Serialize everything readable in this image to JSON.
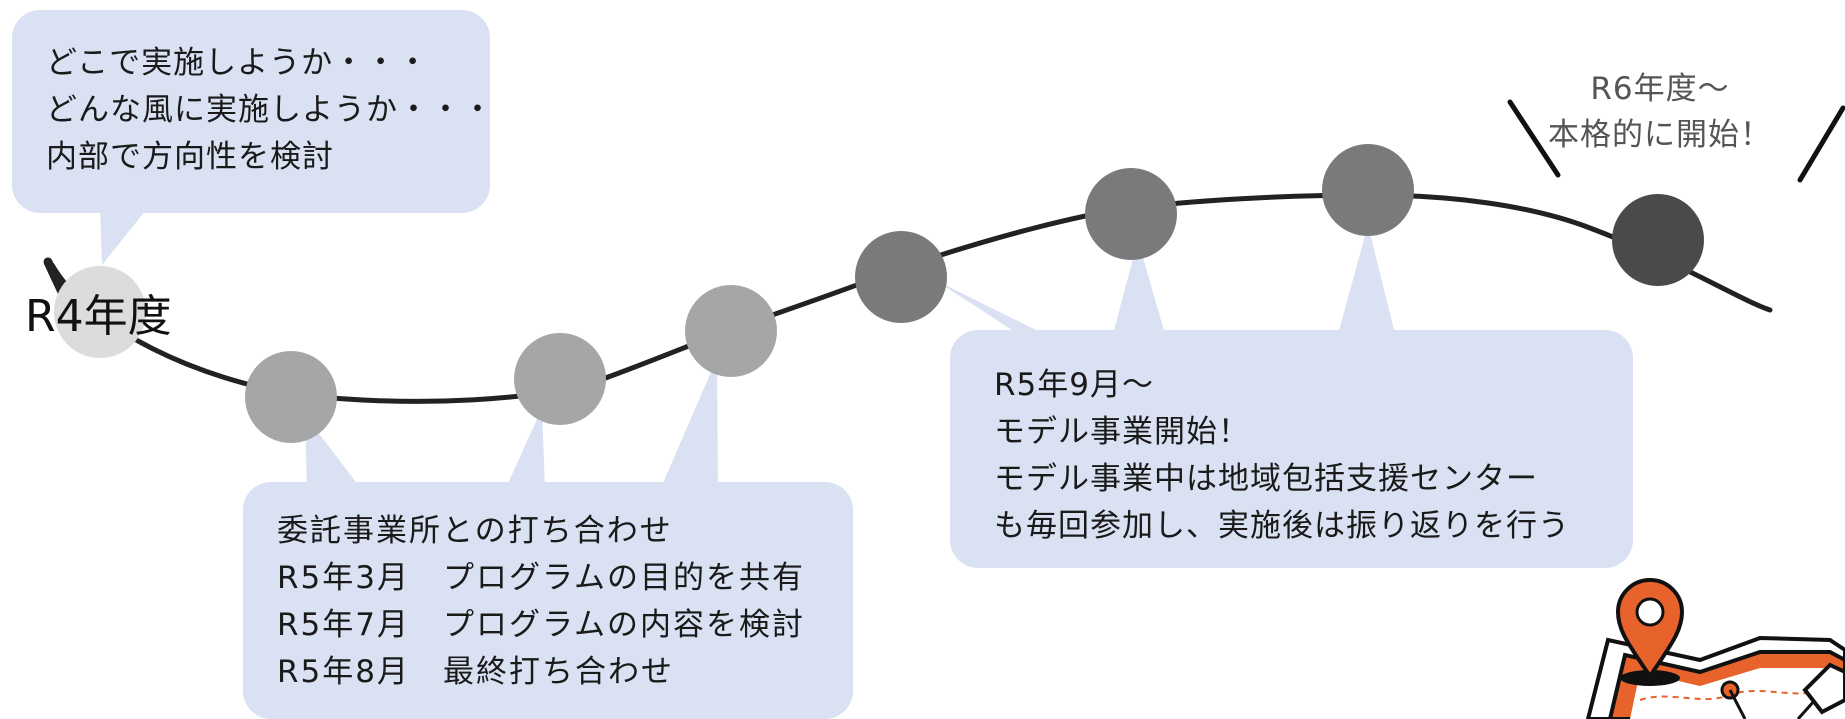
{
  "timeline": {
    "start_label": "R4年度",
    "colors": {
      "bubble_fill": "#d9e1f2",
      "curve": "#222222",
      "milestone_start": "#dcdcdc",
      "milestone_early": "#a4a6a8",
      "milestone_model": "#7a7a7a",
      "milestone_final": "#4a4a4a"
    }
  },
  "bubbles": {
    "r4": {
      "lines": [
        "どこで実施しようか・・・",
        "どんな風に実施しようか・・・",
        "内部で方向性を検討"
      ]
    },
    "r5_early": {
      "lines": [
        "委託事業所との打ち合わせ",
        "R5年3月　プログラムの目的を共有",
        "R5年7月　プログラムの内容を検討",
        "R5年8月　最終打ち合わせ"
      ]
    },
    "r5_model": {
      "lines": [
        "R5年9月～",
        "モデル事業開始！",
        "モデル事業中は地域包括支援センター",
        "も毎回参加し、実施後は振り返りを行う"
      ]
    }
  },
  "r6_callout": {
    "lines": [
      "R6年度～",
      "本格的に開始！"
    ]
  },
  "decorations": {
    "corner_illustration": "map-with-location-pin-icon"
  }
}
